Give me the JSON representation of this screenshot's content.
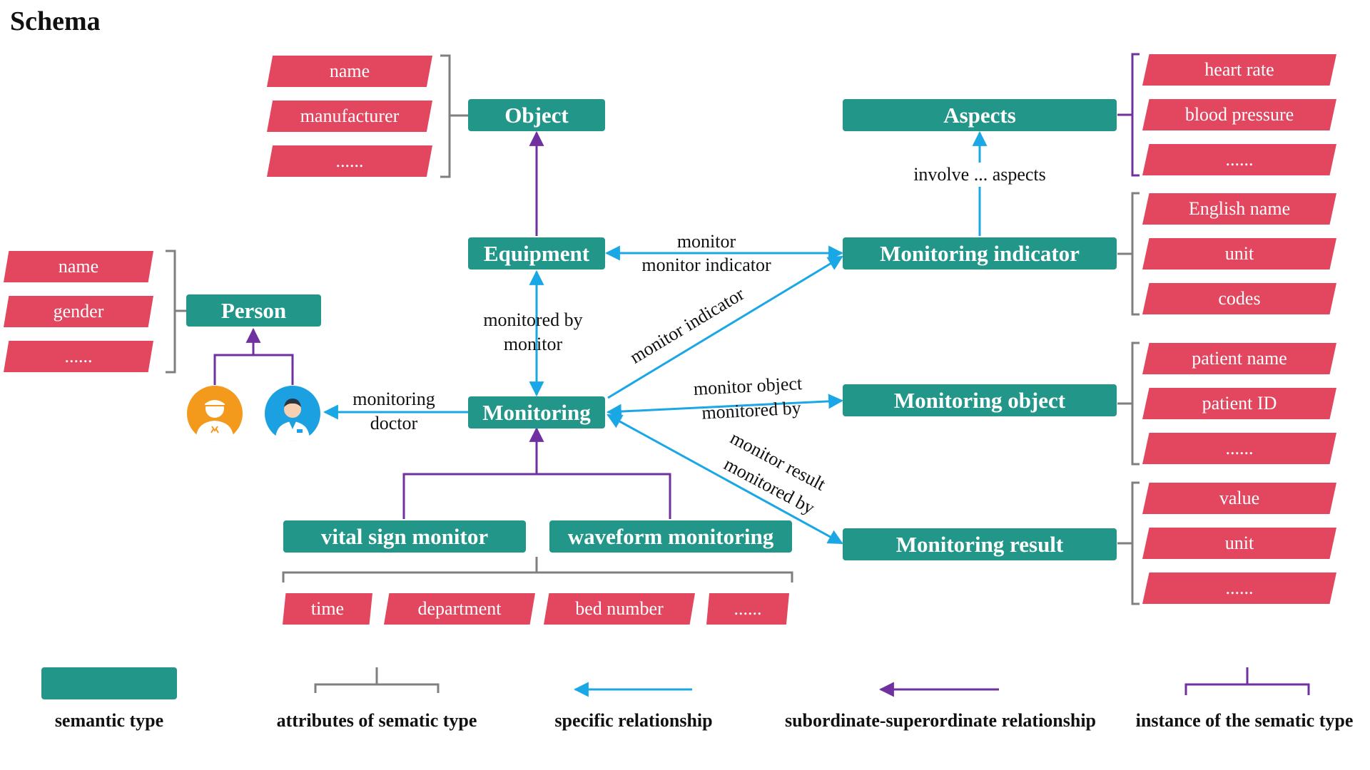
{
  "title": "Schema",
  "semantic_types": {
    "object": "Object",
    "aspects": "Aspects",
    "equipment": "Equipment",
    "monitoring_indicator": "Monitoring indicator",
    "person": "Person",
    "monitoring": "Monitoring",
    "monitoring_object": "Monitoring object",
    "monitoring_result": "Monitoring result",
    "vital_sign_monitor": "vital sign monitor",
    "waveform_monitoring": "waveform monitoring"
  },
  "attributes": {
    "object": [
      "name",
      "manufacturer",
      "......"
    ],
    "person": [
      "name",
      "gender",
      "......"
    ],
    "monitoring": [
      "time",
      "department",
      "bed number",
      "......"
    ]
  },
  "instances": {
    "aspects": [
      "heart rate",
      "blood pressure",
      "......"
    ],
    "monitoring_indicator": [
      "English name",
      "unit",
      "codes"
    ],
    "monitoring_object": [
      "patient name",
      "patient ID",
      "......"
    ],
    "monitoring_result": [
      "value",
      "unit",
      "......"
    ]
  },
  "relations": {
    "equipment_indicator": [
      "monitor",
      "monitor indicator"
    ],
    "equipment_monitoring": [
      "monitored by",
      "monitor"
    ],
    "monitoring_indicator": "monitor indicator",
    "monitoring_object": [
      "monitor object",
      "monitored by"
    ],
    "monitoring_result": [
      "monitor result",
      "monitored by"
    ],
    "monitoring_doctor": [
      "monitoring",
      "doctor"
    ],
    "indicator_aspects": "involve ... aspects"
  },
  "icons": [
    "patient-icon",
    "doctor-icon"
  ],
  "legend": {
    "semantic_type": "semantic type",
    "attributes": "attributes of sematic type",
    "specific": "specific relationship",
    "subordinate": "subordinate-superordinate relationship",
    "instance": "instance of the sematic type"
  },
  "colors": {
    "semantic_type": "#23968a",
    "attribute_tag": "#e2475f",
    "specific_relationship": "#1aa7e6",
    "subordinate_relationship": "#7030a0",
    "attribute_bracket": "#7f7f7f",
    "patient_icon": "#f39a1c",
    "doctor_icon": "#1ba1e2"
  }
}
